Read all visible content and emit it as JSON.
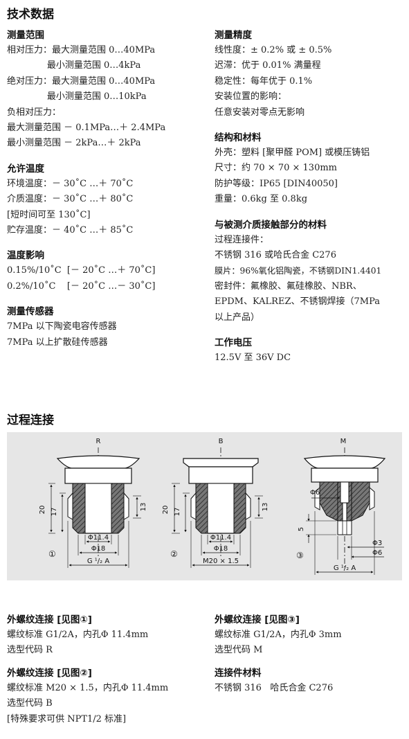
{
  "tech_data_title": "技术数据",
  "left": {
    "range": {
      "title": "测量范围",
      "lines": [
        "相对压力：最大测量范围 0…40MPa",
        "              最小测量范围 0…4kPa",
        "绝对压力：最大测量范围 0…40MPa",
        "              最小测量范围 0…10kPa",
        "负相对压力：",
        "最大测量范围 － 0.1MPa…＋ 2.4MPa",
        "最小测量范围 － 2kPa…＋ 2kPa"
      ]
    },
    "allowed_temp": {
      "title": "允许温度",
      "lines": [
        "环境温度：－ 30˚C …＋ 70˚C",
        "介质温度：－ 30˚C …＋ 80˚C",
        "[短时间可至 130˚C]",
        "贮存温度：－ 40˚C …＋ 85˚C"
      ]
    },
    "temp_effect": {
      "title": "温度影响",
      "lines": [
        "0.15%/10˚C  [－ 20˚C …＋ 70˚C]",
        "0.2%/10˚C    [－ 20˚C …－ 30˚C]"
      ]
    },
    "sensor": {
      "title": "测量传感器",
      "lines": [
        "7MPa 以下陶瓷电容传感器",
        "7MPa 以上扩散硅传感器"
      ]
    }
  },
  "right": {
    "accuracy": {
      "title": "测量精度",
      "lines": [
        "线性度：± 0.2% 或 ± 0.5%",
        "迟滞：优于 0.01% 满量程",
        "稳定性：每年优于 0.1%",
        "安装位置的影响：",
        "任意安装对零点无影响"
      ]
    },
    "structure": {
      "title": "结构和材料",
      "lines": [
        "外壳：塑料 [聚甲醛 POM] 或模压铸铝",
        "尺寸：约 70 × 70 × 130mm",
        "防护等级：IP65 [DIN40050]",
        "重量：0.6kg 至 0.8kg"
      ]
    },
    "wetted": {
      "title": "与被测介质接触部分的材料",
      "lines": [
        "过程连接件：",
        "不锈钢 316 或哈氏合金 C276",
        "膜片：96%氧化铝陶瓷，不锈钢DIN1.4401",
        "密封件：氟橡胶、氟硅橡胶、NBR、",
        "EPDM、KALREZ、不锈钢焊接（7MPa",
        "以上产品）"
      ]
    },
    "voltage": {
      "title": "工作电压",
      "lines": [
        "12.5V 至 36V DC"
      ]
    }
  },
  "process_title": "过程连接",
  "diagram": {
    "d1": {
      "letter": "R",
      "num": "①",
      "h20": "20",
      "h17": "17",
      "h13": "13",
      "bore": "Φ11.4",
      "od": "Φ18",
      "thread": "G ¹/₂ A"
    },
    "d2": {
      "letter": "B",
      "num": "②",
      "h20": "20",
      "h17": "17",
      "h13": "13",
      "bore": "Φ11.4",
      "od": "Φ18",
      "thread": "M20 × 1.5"
    },
    "d3": {
      "letter": "M",
      "num": "③",
      "phi6_top": "Φ6",
      "h5": "5",
      "phi3": "Φ3",
      "phi6": "Φ6",
      "thread": "G ¹/₂ A"
    }
  },
  "bottom": {
    "c1": {
      "title": "外螺纹连接  [见图①]",
      "lines": [
        "螺纹标准 G1/2A，内孔Φ 11.4mm",
        "选型代码 R"
      ]
    },
    "c2": {
      "title": "外螺纹连接  [见图②]",
      "lines": [
        "螺纹标准 M20 × 1.5，内孔Φ 11.4mm",
        "选型代码 B",
        "[特殊要求可供 NPT1/2 标准]"
      ]
    },
    "c3": {
      "title": "外螺纹连接  [见图③]",
      "lines": [
        "螺纹标准 G1/2A，内孔Φ 3mm",
        "选型代码 M"
      ]
    },
    "c4": {
      "title": "连接件材料",
      "lines": [
        "不锈钢 316   哈氏合金 C276"
      ]
    }
  }
}
